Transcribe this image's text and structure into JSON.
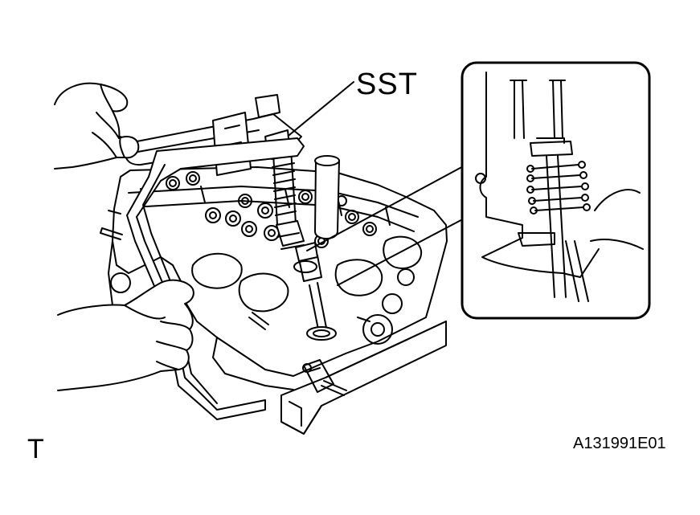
{
  "labels": {
    "tool": "SST",
    "view_code": "T",
    "figure_id": "A131991E01"
  },
  "colors": {
    "ink": "#000000",
    "paper": "#ffffff"
  }
}
